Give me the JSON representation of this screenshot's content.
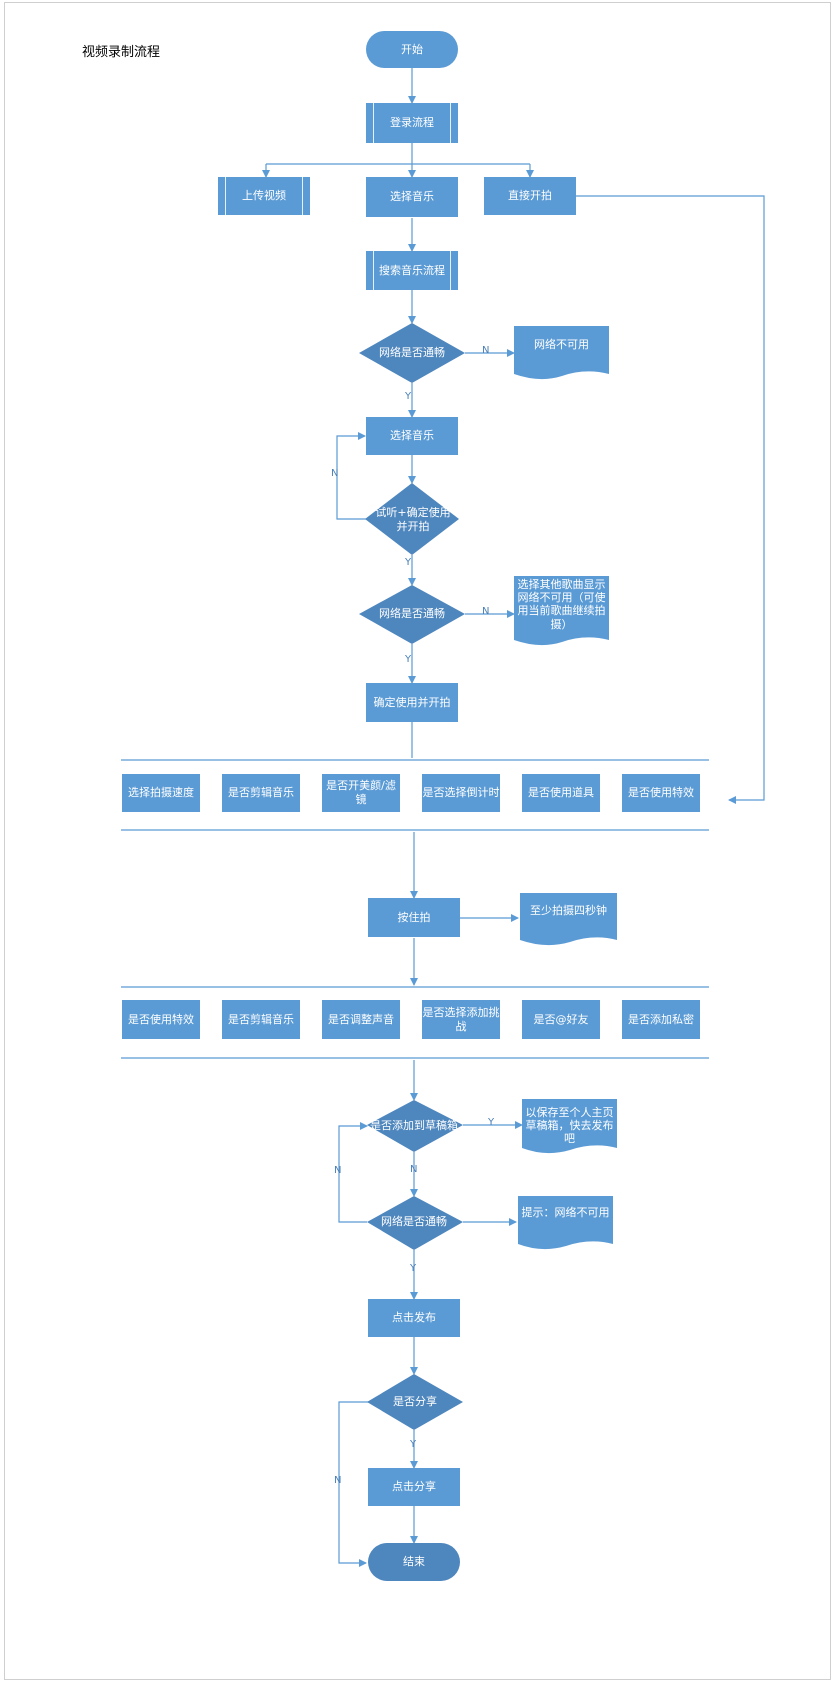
{
  "title": "视频录制流程",
  "colors": {
    "node": "#5b9bd5",
    "node_dark": "#4e86be",
    "line": "#5b9bd5"
  },
  "nodes": {
    "start": "开始",
    "login": "登录流程",
    "upload": "上传视频",
    "choose_music": "选择音乐",
    "direct_shoot": "直接开拍",
    "search_music": "搜索音乐流程",
    "net_check_1": "网络是否通畅",
    "net_unavailable_1": "网络不可用",
    "choose_music_2": "选择音乐",
    "listen_confirm": "试听+确定使用并开拍",
    "net_check_2": "网络是否通畅",
    "choose_other_song": "选择其他歌曲显示网络不可用（可使用当前歌曲继续拍摄）",
    "confirm_shoot": "确定使用并开拍",
    "hold_shoot": "按住拍",
    "min_four_sec": "至少拍摄四秒钟",
    "add_draft": "是否添加到草稿箱",
    "saved_draft": "以保存至个人主页草稿箱，快去发布吧",
    "net_check_3": "网络是否通畅",
    "hint_unavailable": "提示：网络不可用",
    "click_publish": "点击发布",
    "share_q": "是否分享",
    "click_share": "点击分享",
    "end": "结束"
  },
  "options_row_1": [
    "选择拍摄速度",
    "是否剪辑音乐",
    "是否开美颜/滤镜",
    "是否选择倒计时",
    "是否使用道具",
    "是否使用特效"
  ],
  "options_row_2": [
    "是否使用特效",
    "是否剪辑音乐",
    "是否调整声音",
    "是否选择添加挑战",
    "是否@好友",
    "是否添加私密"
  ],
  "labels": {
    "n1": "N",
    "y1": "Y",
    "n_loop": "N",
    "y2": "Y",
    "n2": "N",
    "y3": "Y",
    "y_draft": "Y",
    "n_draft_down": "N",
    "n_draft_loop": "N",
    "y_net3": "Y",
    "y_share": "Y",
    "n_share": "N"
  }
}
